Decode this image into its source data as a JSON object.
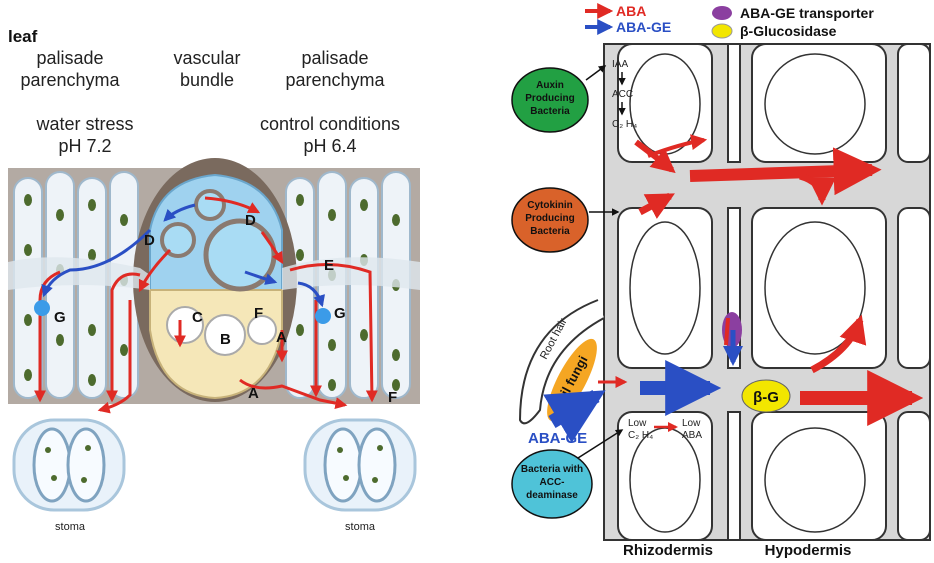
{
  "left_panel": {
    "leaf": "leaf",
    "palisade_left_1": "palisade",
    "palisade_left_2": "parenchyma",
    "vascular_1": "vascular",
    "vascular_2": "bundle",
    "palisade_right_1": "palisade",
    "palisade_right_2": "parenchyma",
    "water_stress": "water stress",
    "ph_left": "pH 7.2",
    "control": "control conditions",
    "ph_right": "pH 6.4",
    "labels": [
      "D",
      "D",
      "E",
      "G",
      "G",
      "C",
      "B",
      "F",
      "A",
      "A",
      "F"
    ],
    "stoma_left": "stoma",
    "stoma_right": "stoma"
  },
  "right_panel": {
    "legend": {
      "aba": "ABA",
      "aba_ge": "ABA-GE",
      "transporter": "ABA-GE transporter",
      "glucosidase": "β-Glucosidase"
    },
    "colors": {
      "aba": "#e02a24",
      "aba_ge": "#2a4fc4",
      "transporter": "#8b3fa0",
      "glucosidase": "#f2e600",
      "auxin": "#22a043",
      "cytokinin": "#d9622a",
      "acc_deaminase": "#4fc3d8",
      "fungi": "#f5a623"
    },
    "iaa": "IAA",
    "acc": "ACC",
    "c2h4": "C₂ H₄",
    "auxin_1": "Auxin",
    "auxin_2": "Producing",
    "auxin_3": "Bacteria",
    "cyto_1": "Cytokinin",
    "cyto_2": "Producing",
    "cyto_3": "Bacteria",
    "root_hair": "Root hair",
    "soil_fungi": "Soil fungi",
    "aba_ge_label": "ABA-GE",
    "bg_label": "β-G",
    "low_1": "Low",
    "low_c2h4": "C₂ H₄",
    "low_2": "Low",
    "low_aba": "ABA",
    "deam_1": "Bacteria with",
    "deam_2": "ACC-",
    "deam_3": "deaminase",
    "rhizodermis": "Rhizodermis",
    "hypodermis": "Hypodermis"
  }
}
